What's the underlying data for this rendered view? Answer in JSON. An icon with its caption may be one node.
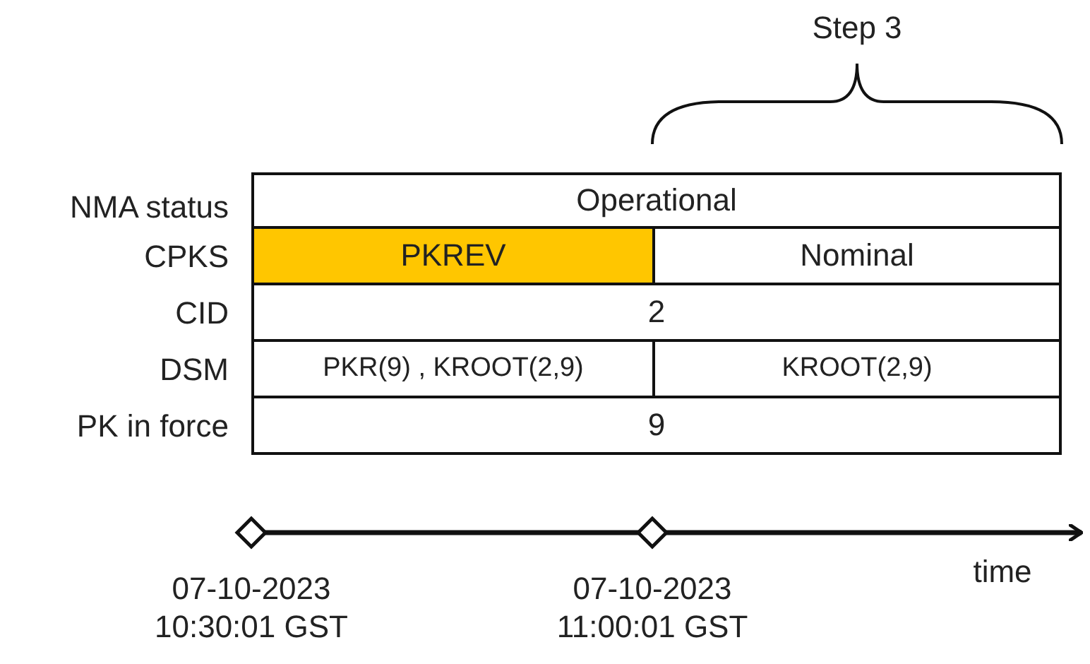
{
  "diagram": {
    "labels": [
      "Step 3",
      "NMA status",
      "Operational",
      "CPKS",
      "PKREV",
      "Nominal",
      "CID",
      "2",
      "DSM",
      "PKR(9) , KROOT(2,9)",
      "KROOT(2,9)",
      "PK in force",
      "9",
      "07-10-2023 10:30:01 GST",
      "07-10-2023 11:00:01 GST",
      "time"
    ]
  }
}
